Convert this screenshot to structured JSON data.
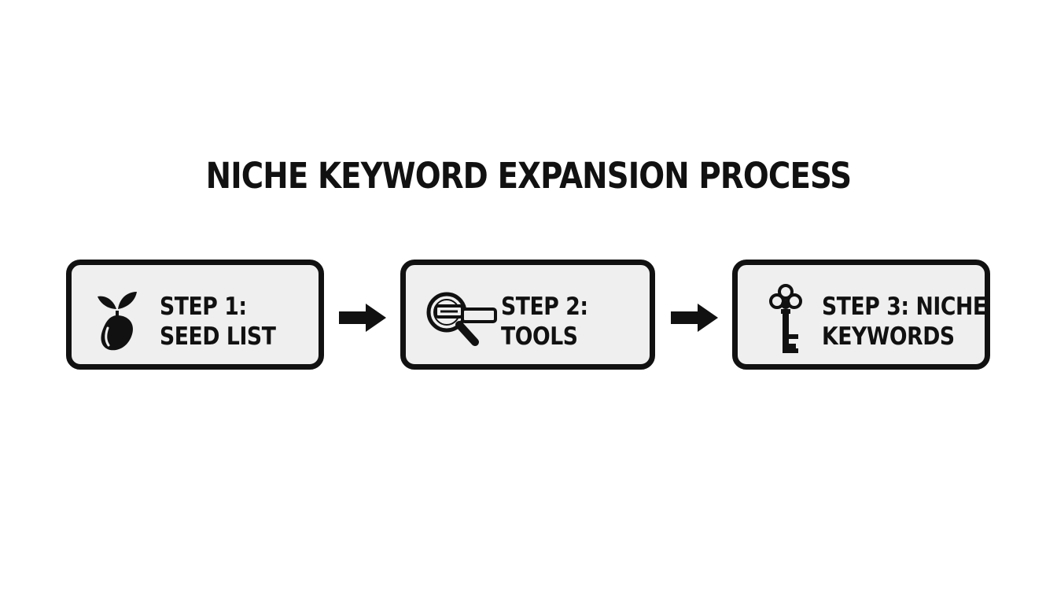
{
  "title": "NICHE KEYWORD EXPANSION PROCESS",
  "steps": [
    {
      "line1": "STEP 1:",
      "line2": "SEED LIST",
      "icon": "seed-sprout-icon"
    },
    {
      "line1": "STEP 2:",
      "line2": "TOOLS",
      "icon": "search-magnifier-icon"
    },
    {
      "line1": "STEP 3: NICHE",
      "line2": "KEYWORDS",
      "icon": "key-icon"
    }
  ],
  "connectors": [
    {
      "icon": "arrow-right-icon"
    },
    {
      "icon": "arrow-right-icon"
    }
  ],
  "colors": {
    "stroke": "#111111",
    "box_fill": "#efefef",
    "background": "#ffffff"
  }
}
